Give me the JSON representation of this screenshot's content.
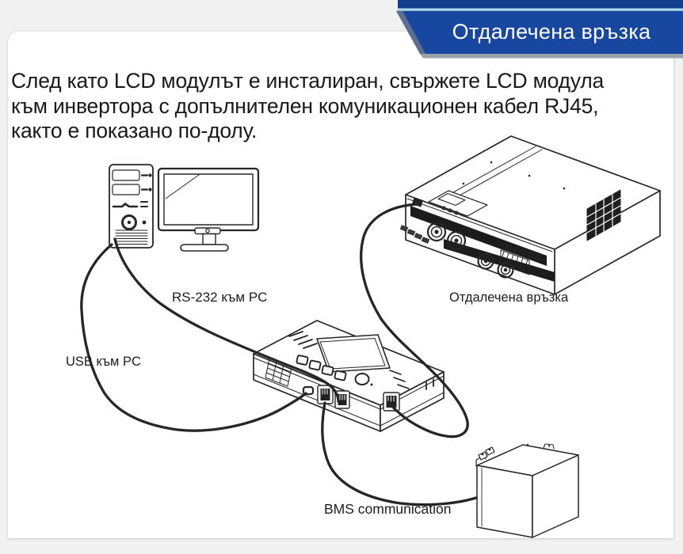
{
  "page": {
    "background": "#F1F1F2",
    "card_background": "#FFFFFF"
  },
  "banner": {
    "title": "Отдалечена връзка",
    "bg_color": "#17479E",
    "top_strip_color": "#123E8C",
    "accent_line_color": "#A8DBE8",
    "bevel_color": "#5F6E8E",
    "shadow_color": "#9BA1A8",
    "text_color": "#FFFFFF"
  },
  "intro": {
    "lines": [
      "След като LCD модулът е инсталиран, свържете LCD модула",
      "към инвертора с допълнителен комуникационен кабел RJ45,",
      "както е показано по-долу."
    ]
  },
  "diagram": {
    "labels": {
      "rs232": "RS-232 към PC",
      "usb": "USB към PC",
      "remote": "Отдалечена връзка",
      "bms": "BMS communication"
    },
    "illustrations": [
      "pc-tower",
      "monitor",
      "inverter",
      "lcd-module",
      "battery"
    ],
    "cables": [
      "usb-cable",
      "rs232-cable",
      "remote-connection-cable",
      "bms-cable"
    ],
    "line_color": "#262626"
  }
}
